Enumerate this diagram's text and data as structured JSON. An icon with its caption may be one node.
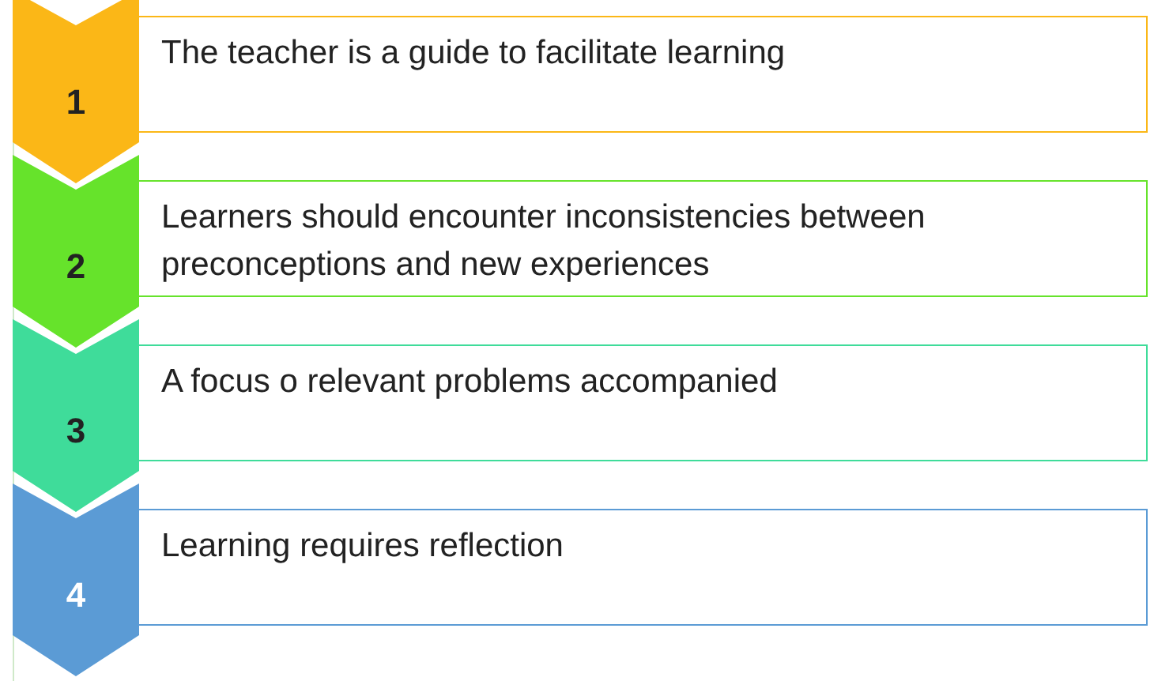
{
  "diagram": {
    "nodes": [
      {
        "text": [
          "1"
        ]
      },
      {
        "text": [
          "The teacher is a guide to facilitate learning"
        ]
      },
      {
        "text": [
          "2"
        ]
      },
      {
        "text": [
          "Learners should encounter inconsistencies between preconceptions and new experiences"
        ]
      },
      {
        "text": [
          "3"
        ]
      },
      {
        "text": [
          "A focus o relevant problems accompanied"
        ]
      },
      {
        "text": [
          "4"
        ]
      },
      {
        "text": [
          "Learning requires reflection"
        ]
      }
    ]
  }
}
